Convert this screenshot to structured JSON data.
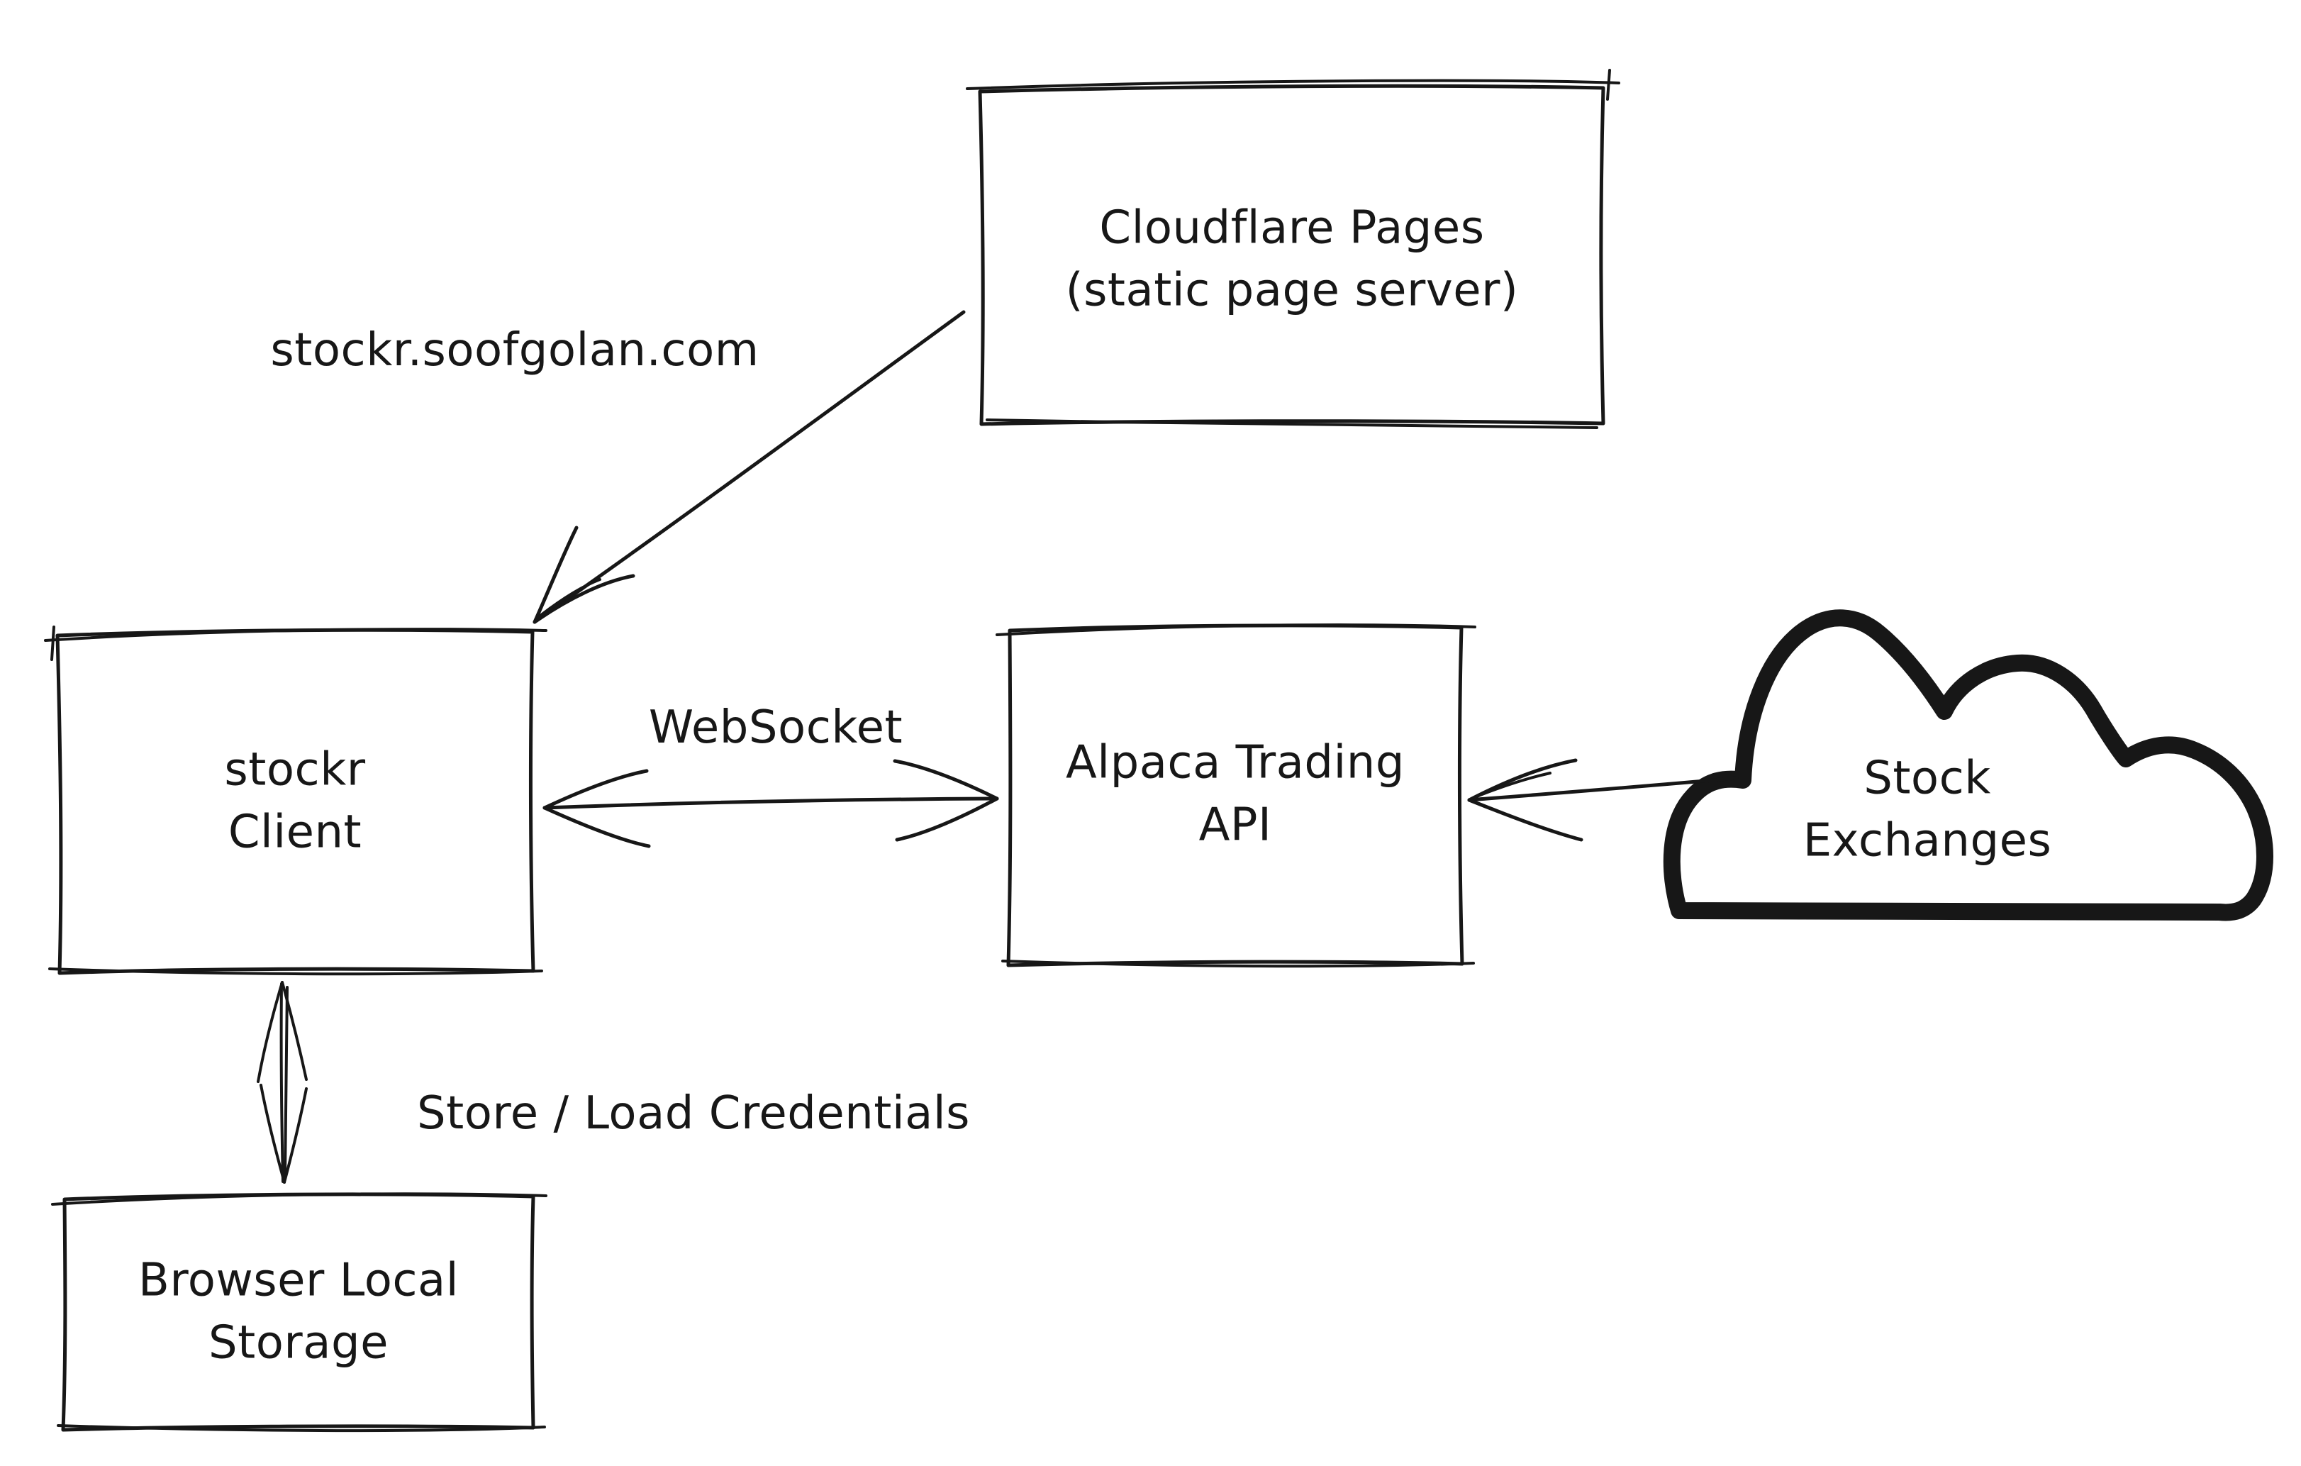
{
  "canvas": {
    "background": "#ffffff",
    "ink": "#171717"
  },
  "nodes": {
    "cloudflare_pages": {
      "shape": "rectangle",
      "lines": [
        "Cloudflare Pages",
        "(static page server)"
      ]
    },
    "stockr_client": {
      "shape": "rectangle",
      "lines": [
        "stockr",
        "Client"
      ]
    },
    "alpaca_trading_api": {
      "shape": "rectangle",
      "lines": [
        "Alpaca Trading",
        "API"
      ]
    },
    "browser_local_storage": {
      "shape": "rectangle",
      "lines": [
        "Browser Local",
        "Storage"
      ]
    },
    "stock_exchanges": {
      "shape": "cloud",
      "lines": [
        "Stock",
        "Exchanges"
      ]
    }
  },
  "edge_labels": {
    "domain": "stockr.soofgolan.com",
    "websocket": "WebSocket",
    "credentials": "Store / Load Credentials"
  },
  "edges": [
    {
      "id": "deploy",
      "from": "cloudflare_pages",
      "to": "stockr_client",
      "arrows": "one-way"
    },
    {
      "id": "websocket",
      "from": "stockr_client",
      "to": "alpaca_trading_api",
      "arrows": "two-way",
      "label": "WebSocket"
    },
    {
      "id": "market-data",
      "from": "stock_exchanges",
      "to": "alpaca_trading_api",
      "arrows": "one-way"
    },
    {
      "id": "credentials",
      "from": "stockr_client",
      "to": "browser_local_storage",
      "arrows": "two-way",
      "label": "Store / Load Credentials"
    }
  ]
}
